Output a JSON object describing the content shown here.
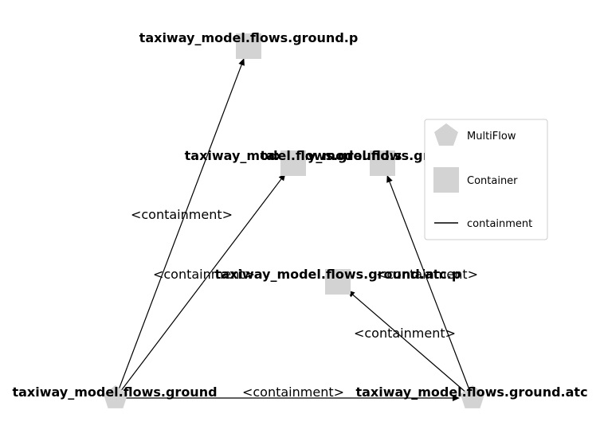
{
  "nodes": {
    "ground": {
      "label": "taxiway_model.flows.ground",
      "icon": "pentagon"
    },
    "ground_atc": {
      "label": "taxiway_model.flows.ground.atc",
      "icon": "pentagon"
    },
    "ground_p": {
      "label": "taxiway_model.flows.ground.p",
      "icon": "square"
    },
    "ground_atc_p": {
      "label": "taxiway_model.flows.ground.atc.p",
      "icon": "square"
    },
    "ground_atc_s": {
      "label": "taxiway_model.flows.ground.atc.s",
      "icon": "square"
    },
    "ground_s": {
      "label": "taxiway_model.flows.ground.s",
      "icon": "square"
    }
  },
  "edges": [
    {
      "from": "ground",
      "to": "ground_p",
      "label": "<containment>"
    },
    {
      "from": "ground",
      "to": "ground_s",
      "label": "<containment>"
    },
    {
      "from": "ground",
      "to": "ground_atc",
      "label": "<containment>"
    },
    {
      "from": "ground_atc",
      "to": "ground_atc_p",
      "label": "<containment>"
    },
    {
      "from": "ground_atc",
      "to": "ground_atc_s",
      "label": "<containment>"
    }
  ],
  "legend": {
    "items": [
      {
        "label": "MultiFlow",
        "icon": "pentagon"
      },
      {
        "label": "Container",
        "icon": "square"
      },
      {
        "label": "containment",
        "icon": "line"
      }
    ]
  },
  "colors": {
    "node_fill": "#d3d3d3",
    "edge": "#000000",
    "legend_border": "#cccccc"
  }
}
